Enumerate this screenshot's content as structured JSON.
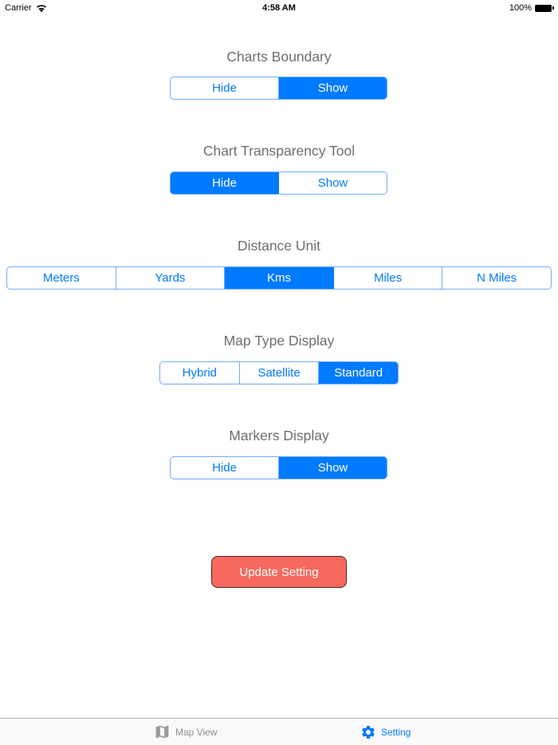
{
  "status_bar": {
    "carrier": "Carrier",
    "time": "4:58 AM",
    "battery_percent": "100%"
  },
  "colors": {
    "accent": "#007AFF",
    "segment_border": "#6FADFA",
    "heading": "#6D6D72",
    "update_bg": "#F7695F",
    "update_border": "#4A2522",
    "tab_inactive": "#8E8E93",
    "tab_icon_inactive": "#9A9A9A"
  },
  "sections": [
    {
      "title": "Charts Boundary",
      "options": [
        "Hide",
        "Show"
      ],
      "selected": 1
    },
    {
      "title": "Chart Transparency Tool",
      "options": [
        "Hide",
        "Show"
      ],
      "selected": 0
    },
    {
      "title": "Distance Unit",
      "options": [
        "Meters",
        "Yards",
        "Kms",
        "Miles",
        "N Miles"
      ],
      "selected": 2
    },
    {
      "title": "Map Type Display",
      "options": [
        "Hybrid",
        "Satellite",
        "Standard"
      ],
      "selected": 2
    },
    {
      "title": "Markers Display",
      "options": [
        "Hide",
        "Show"
      ],
      "selected": 1
    }
  ],
  "update_button": {
    "label": "Update Setting"
  },
  "tab_bar": {
    "items": [
      {
        "label": "Map View",
        "icon": "map-icon",
        "active": false
      },
      {
        "label": "Setting",
        "icon": "gear-icon",
        "active": true
      }
    ]
  }
}
